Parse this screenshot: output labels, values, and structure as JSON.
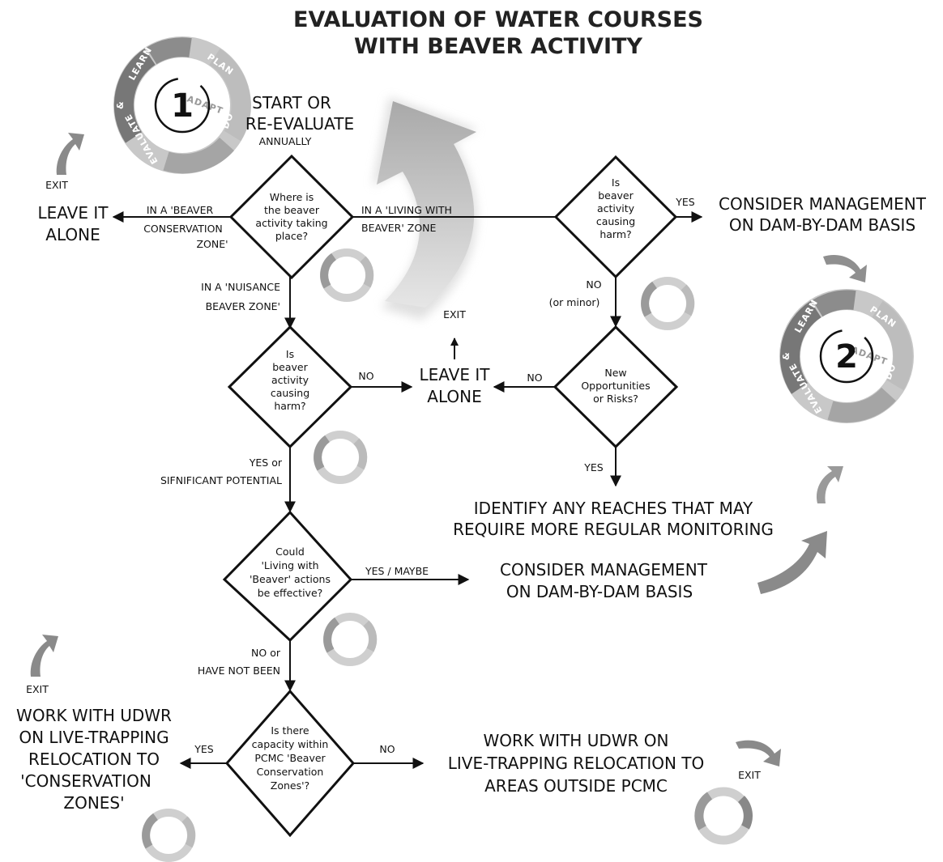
{
  "title": {
    "line1": "EVALUATION OF WATER COURSES",
    "line2": "WITH BEAVER ACTIVITY"
  },
  "start": {
    "line1": "START OR",
    "line2": "RE-EVALUATE",
    "sub": "ANNUALLY"
  },
  "cycle": {
    "labels": {
      "learn": "LEARN",
      "plan": "PLAN",
      "adapt": "ADAPT",
      "do": "DO",
      "evaluate": "EVALUATE",
      "amp": "&"
    },
    "cycle1_number": "1",
    "cycle2_number": "2"
  },
  "diamonds": {
    "where": [
      "Where is",
      "the beaver",
      "activity taking",
      "place?"
    ],
    "harm_top": [
      "Is",
      "beaver",
      "activity",
      "causing",
      "harm?"
    ],
    "harm_mid": [
      "Is",
      "beaver",
      "activity",
      "causing",
      "harm?"
    ],
    "new_opps": [
      "New",
      "Opportunities",
      "or Risks?"
    ],
    "could": [
      "Could",
      "'Living with",
      "'Beaver' actions",
      "be effective?"
    ],
    "capacity": [
      "Is there",
      "capacity within",
      "PCMC 'Beaver",
      "Conservation",
      "Zones'?"
    ]
  },
  "edges": {
    "conservation_zone": [
      "IN A 'BEAVER",
      "CONSERVATION",
      "ZONE'"
    ],
    "living_zone": [
      "IN A 'LIVING WITH",
      "BEAVER' ZONE"
    ],
    "nuisance_zone": [
      "IN A 'NUISANCE",
      "BEAVER ZONE'"
    ],
    "yes_top": "YES",
    "no_minor": [
      "NO",
      "(or minor)"
    ],
    "no_mid": "NO",
    "no_new": "NO",
    "yes_new": "YES",
    "yes_significant": [
      "YES or",
      "SIFNIFICANT POTENTIAL"
    ],
    "yes_maybe": "YES / MAYBE",
    "no_have_not": [
      "NO or",
      "HAVE NOT BEEN"
    ],
    "yes_capacity": "YES",
    "no_capacity": "NO"
  },
  "outcomes": {
    "leave_left": [
      "LEAVE IT",
      "ALONE"
    ],
    "leave_center": [
      "LEAVE IT",
      "ALONE"
    ],
    "consider_top": [
      "CONSIDER MANAGEMENT",
      "ON DAM-BY-DAM BASIS"
    ],
    "consider_mid": [
      "CONSIDER MANAGEMENT",
      "ON DAM-BY-DAM BASIS"
    ],
    "identify": [
      "IDENTIFY ANY REACHES THAT MAY",
      "REQUIRE MORE REGULAR MONITORING"
    ],
    "work_left": [
      "WORK WITH UDWR",
      "ON LIVE-TRAPPING",
      "RELOCATION TO",
      "'CONSERVATION",
      "ZONES'"
    ],
    "work_right": [
      "WORK WITH UDWR ON",
      "LIVE-TRAPPING RELOCATION TO",
      "AREAS OUTSIDE PCMC"
    ]
  },
  "exits": {
    "top_left": "EXIT",
    "center": "EXIT",
    "bottom_left": "EXIT",
    "bottom_right": "EXIT"
  }
}
